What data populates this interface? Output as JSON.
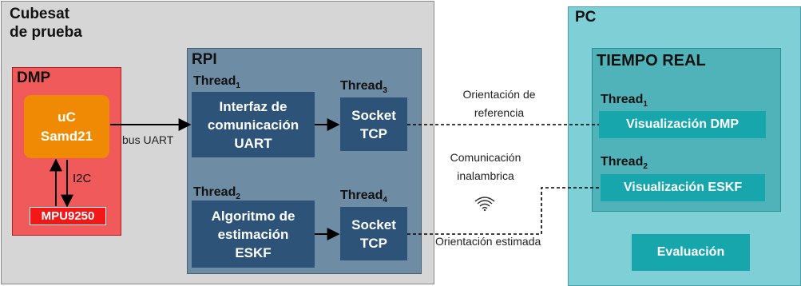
{
  "cubesat": {
    "title_line1": "Cubesat",
    "title_line2": "de prueba"
  },
  "dmp": {
    "title": "DMP",
    "uc_line1": "uC",
    "uc_line2": "Samd21",
    "mpu": "MPU9250",
    "i2c": "I2C"
  },
  "rpi": {
    "title": "RPI",
    "threads": [
      {
        "label": "Thread",
        "sub": "1"
      },
      {
        "label": "Thread",
        "sub": "3"
      },
      {
        "label": "Thread",
        "sub": "2"
      },
      {
        "label": "Thread",
        "sub": "4"
      }
    ],
    "uart_box": [
      "Interfaz de",
      "comunicación",
      "UART"
    ],
    "eskf_box": [
      "Algoritmo de",
      "estimación",
      "ESKF"
    ],
    "socket_top": [
      "Socket",
      "TCP"
    ],
    "socket_bottom": [
      "Socket",
      "TCP"
    ]
  },
  "pc": {
    "title": "PC",
    "realtime_title": "TIEMPO REAL",
    "threads": [
      {
        "label": "Thread",
        "sub": "1"
      },
      {
        "label": "Thread",
        "sub": "2"
      }
    ],
    "vis_dmp": "Visualización DMP",
    "vis_eskf": "Visualización ESKF",
    "evaluation": "Evaluación"
  },
  "edges": {
    "bus_uart": "bus UART",
    "ref_line1": "Orientación de",
    "ref_line2": "referencia",
    "comm_line1": "Comunicación",
    "comm_line2": "inalambrica",
    "estimated": "Orientación estimada"
  },
  "icons": {
    "wireless": "wifi-icon"
  },
  "colors": {
    "cubesat_bg": "#d6d6d6",
    "dmp_bg": "#f15a5a",
    "uc_bg": "#f08a04",
    "mpu_bg": "#f21818",
    "rpi_bg": "#6e8ca4",
    "rpi_box": "#2d5478",
    "pc_bg": "#7ecfd6",
    "realtime_bg": "#4fb3b9",
    "teal_box": "#16a6ac"
  }
}
